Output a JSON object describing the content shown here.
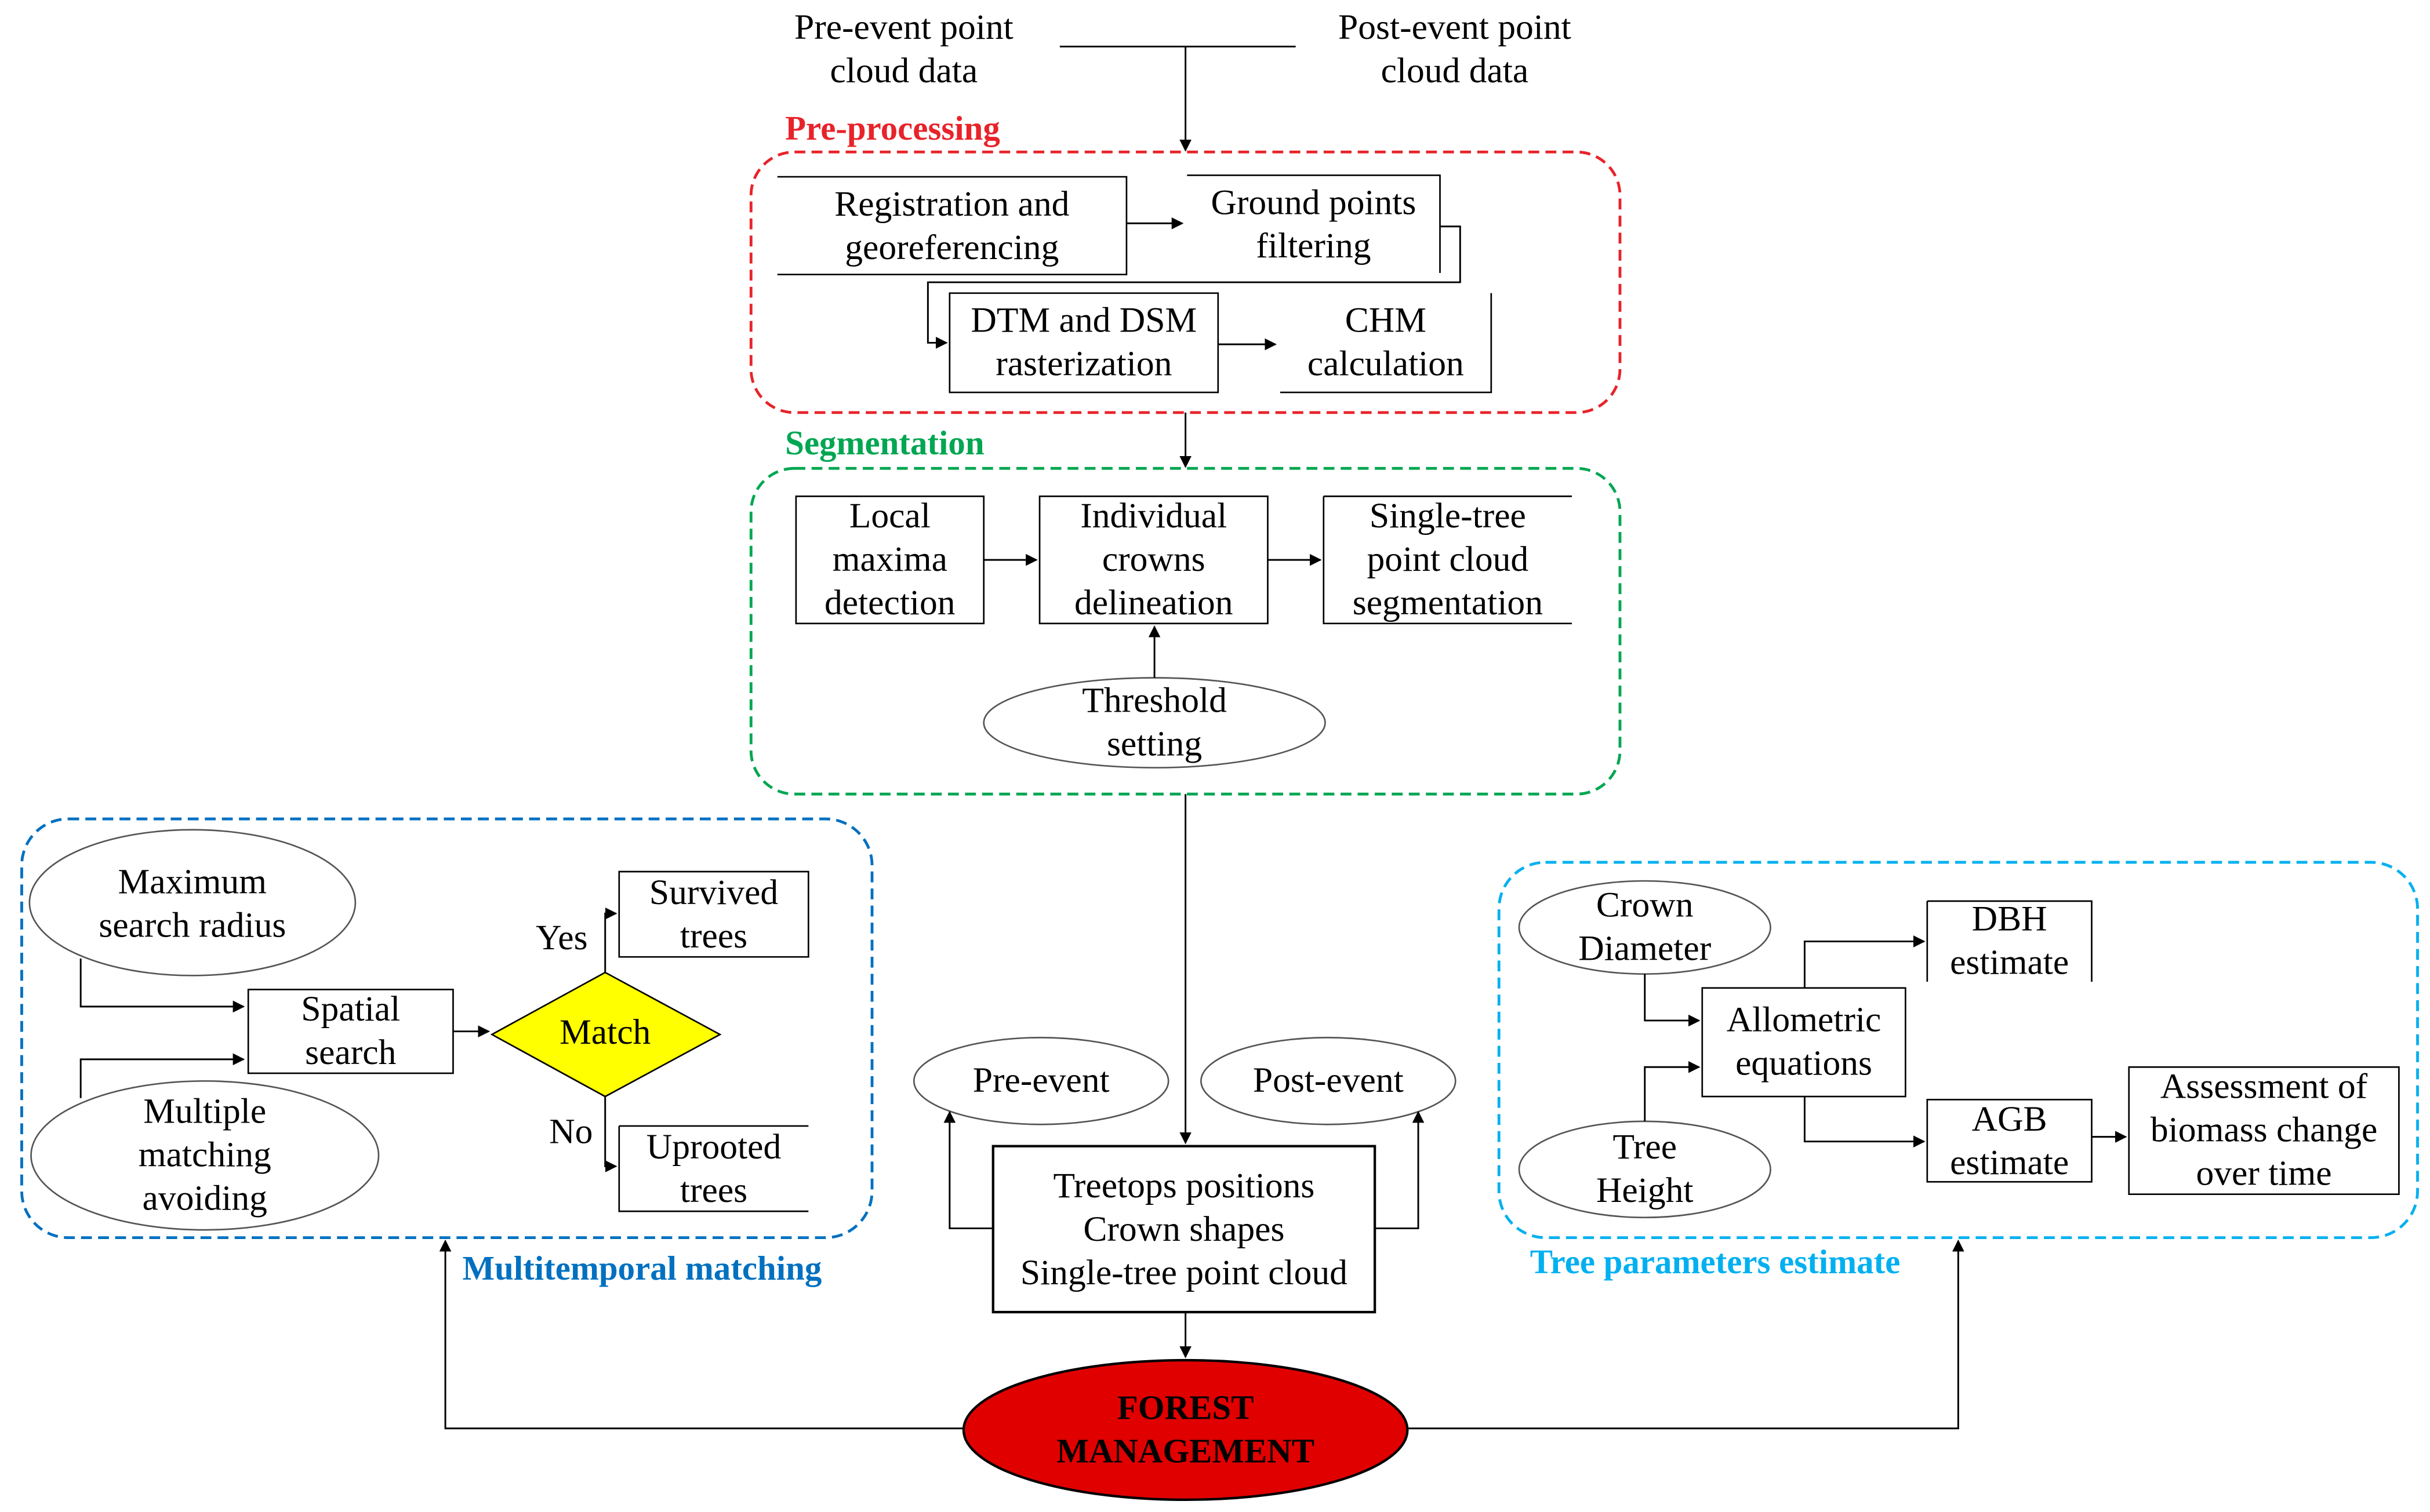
{
  "inputs": {
    "pre_event": "Pre-event point\ncloud data",
    "post_event": "Post-event point\ncloud data"
  },
  "preprocessing": {
    "title": "Pre-processing",
    "registration": "Registration and\ngeoreferencing",
    "ground_filtering": "Ground points\nfiltering",
    "dtm_dsm": "DTM and DSM\nrasterization",
    "chm": "CHM\ncalculation"
  },
  "segmentation": {
    "title": "Segmentation",
    "local_maxima": "Local\nmaxima\ndetection",
    "crowns": "Individual\ncrowns\ndelineation",
    "single_tree": "Single-tree\npoint cloud\nsegmentation",
    "threshold": "Threshold\nsetting"
  },
  "outputs": {
    "summary": "Treetops positions\nCrown shapes\nSingle-tree point cloud",
    "pre_event": "Pre-event",
    "post_event": "Post-event"
  },
  "matching": {
    "title": "Multitemporal matching",
    "max_radius": "Maximum\nsearch radius",
    "multiple_avoiding": "Multiple\nmatching\navoiding",
    "spatial_search": "Spatial\nsearch",
    "match": "Match",
    "yes": "Yes",
    "no": "No",
    "survived": "Survived\ntrees",
    "uprooted": "Uprooted\ntrees"
  },
  "parameters": {
    "title": "Tree parameters estimate",
    "crown_diameter": "Crown\nDiameter",
    "tree_height": "Tree\nHeight",
    "allometric": "Allometric\nequations",
    "dbh": "DBH\nestimate",
    "agb": "AGB\nestimate",
    "biomass_change": "Assessment of\nbiomass change\nover time"
  },
  "management": "FOREST\nMANAGEMENT",
  "colors": {
    "preprocessing": "#e8232a",
    "segmentation": "#00a651",
    "matching": "#0070c0",
    "parameters": "#00b0f0",
    "match_fill": "#ffff00",
    "management_fill": "#e00000"
  }
}
